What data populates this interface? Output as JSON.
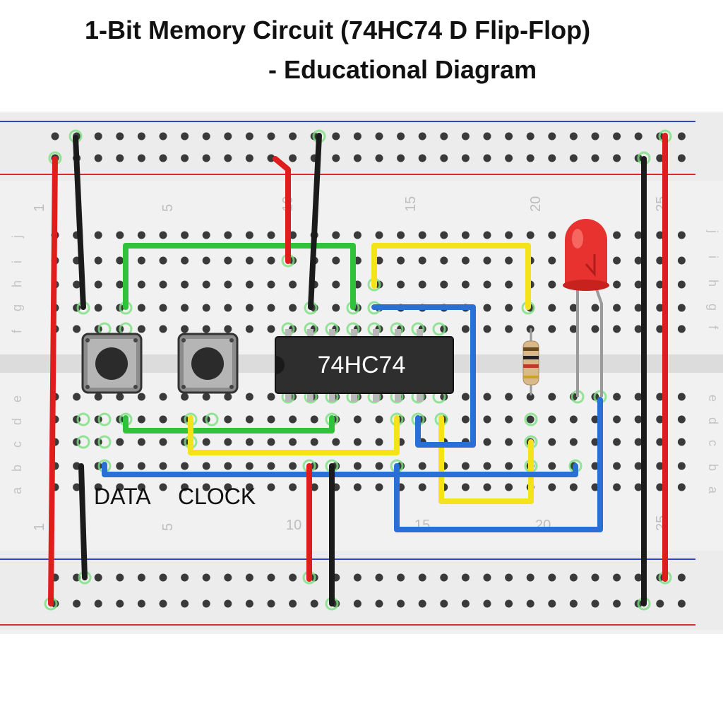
{
  "title": {
    "line1": "1-Bit Memory Circuit (74HC74 D Flip-Flop)",
    "line2": "- Educational Diagram"
  },
  "chip": {
    "label": "74HC74"
  },
  "buttons": {
    "data_label": "DATA",
    "clock_label": "CLOCK"
  },
  "column_numbers": [
    "1",
    "5",
    "10",
    "15",
    "20",
    "25"
  ],
  "row_letters_top": [
    "j",
    "i",
    "h",
    "g",
    "f"
  ],
  "row_letters_bottom": [
    "e",
    "d",
    "c",
    "b",
    "a"
  ],
  "colors": {
    "rail_red": "#d92b2b",
    "rail_blue": "#2f45c9",
    "wire_red": "#e01d1d",
    "wire_black": "#1b1b1b",
    "wire_green": "#2fc23a",
    "wire_yellow": "#f4e21a",
    "wire_blue": "#2a6fd6",
    "led_red": "#e8322f",
    "board": "#f1f1f1"
  }
}
